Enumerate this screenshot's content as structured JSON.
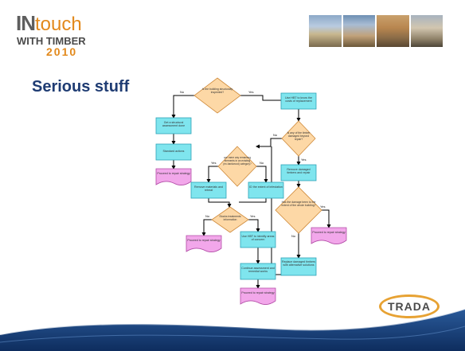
{
  "logo": {
    "in_text": "IN",
    "touch_text": "touch",
    "with_timber": "WITH TIMBER",
    "year": "2010"
  },
  "slide_title": "Serious stuff",
  "brand": "TRADA",
  "flowchart": {
    "decisions": {
      "d1": "Is the building structurally inspected?",
      "d2": "Is any of the timber damaged beyond repair?",
      "d3": "Are there any remaining elements in an existing (ex-hardwood) category?",
      "d4": "Has the damage been to the extent of the whole building?",
      "d5": "Stocks treatments information"
    },
    "processes": {
      "p1": "Get a structural assessment done",
      "p2": "Standard actions",
      "p3": "Use HBT to know the costs of replacement",
      "p4": "Remove damaged timbers and repair",
      "p5": "Remove materials and retreat",
      "p6": "ID the extent of infestation",
      "p7": "Use HBT to identify areas of concern",
      "p8": "Continue assessment and remedial works",
      "p9": "Replace damaged timbers with alternative solutions"
    },
    "terminals": {
      "t1": "Proceed to repair strategy",
      "t2": "Proceed to repair strategy",
      "t3": "Proceed to repair strategy",
      "t4": "Proceed to repair strategy"
    },
    "yes": "Yes",
    "no": "No"
  },
  "colors": {
    "decision_fill": "#fdd8a6",
    "decision_stroke": "#cf8a3a",
    "process_fill": "#7fe5ee",
    "process_stroke": "#2fa3b6",
    "terminal_fill": "#f2a7ea",
    "terminal_stroke": "#b24ba6",
    "title": "#1f3c73",
    "accent_orange": "#e2891c",
    "footer_blue": "#163a72"
  }
}
